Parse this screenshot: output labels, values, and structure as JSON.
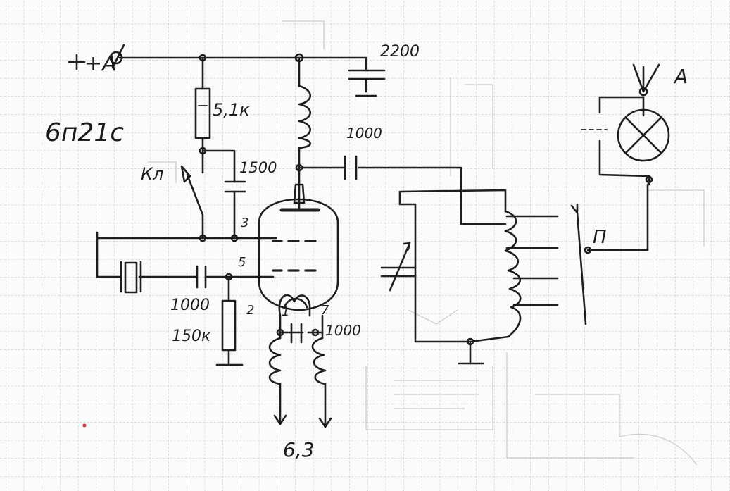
{
  "supply_label": "+A",
  "tube_type": "6п21с",
  "key_label": "Кл",
  "resistor_anode": "5,1к",
  "cap_anode": "2200",
  "cap_screen": "1500",
  "cap_coupling": "1000",
  "cap_grid": "1000",
  "resistor_grid": "150к",
  "cap_heater": "1000",
  "heater_voltage": "6,3",
  "antenna_label": "А",
  "switch_label": "П",
  "pins": {
    "p3": "3",
    "p5": "5",
    "p2": "2",
    "p1": "1",
    "p7": "7"
  }
}
